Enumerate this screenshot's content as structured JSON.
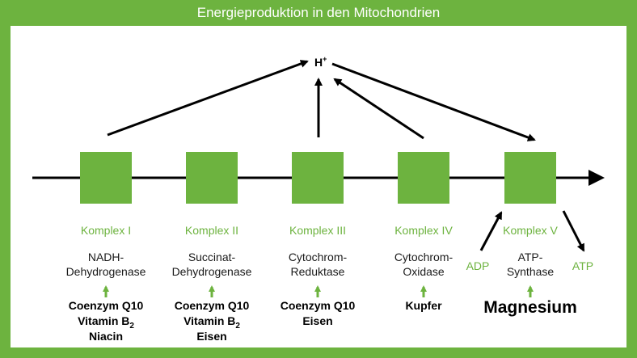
{
  "title": "Energieproduktion in den Mitochondrien",
  "proton": {
    "base": "H",
    "sup": "+"
  },
  "complexes": [
    {
      "label": "Komplex I",
      "enzyme": [
        "NADH-",
        "Dehydrogenase"
      ],
      "cofactors": [
        {
          "text": "Coenzym Q10"
        },
        {
          "text": "Vitamin B",
          "sub": "2"
        },
        {
          "text": "Niacin"
        }
      ]
    },
    {
      "label": "Komplex II",
      "enzyme": [
        "Succinat-",
        "Dehydrogenase"
      ],
      "cofactors": [
        {
          "text": "Coenzym Q10"
        },
        {
          "text": "Vitamin B",
          "sub": "2"
        },
        {
          "text": "Eisen"
        }
      ]
    },
    {
      "label": "Komplex III",
      "enzyme": [
        "Cytochrom-",
        "Reduktase"
      ],
      "cofactors": [
        {
          "text": "Coenzym Q10"
        },
        {
          "text": "Eisen"
        }
      ]
    },
    {
      "label": "Komplex IV",
      "enzyme": [
        "Cytochrom-",
        "Oxidase"
      ],
      "cofactors": [
        {
          "text": "Kupfer"
        }
      ]
    },
    {
      "label": "Komplex V",
      "enzyme": [
        "ATP-",
        "Synthase"
      ],
      "cofactors": [
        {
          "text": "Magnesium"
        }
      ]
    }
  ],
  "input_label": "ADP",
  "output_label": "ATP",
  "colors": {
    "green": "#6db33f",
    "background": "#ffffff",
    "text": "#000000"
  }
}
